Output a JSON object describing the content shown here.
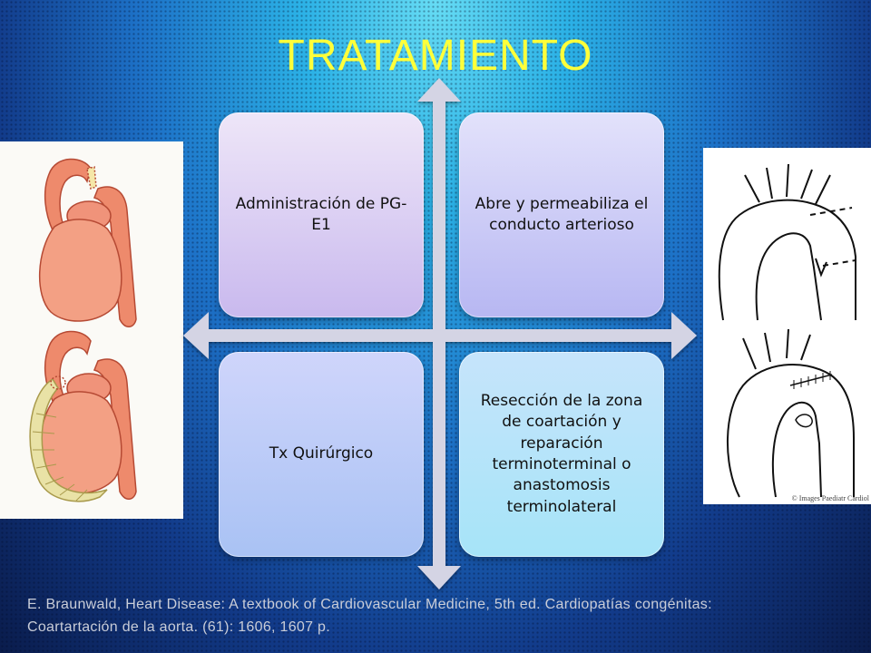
{
  "slide": {
    "title": "TRATAMIENTO",
    "boxes": [
      {
        "text": "Administración de PG-E1"
      },
      {
        "text": "Abre y permeabiliza el conducto arterioso"
      },
      {
        "text": "Tx Quirúrgico"
      },
      {
        "text": "Resección de la zona de coartación y reparación terminoterminal o anastomosis terminolateral"
      }
    ],
    "citation": {
      "line1": "E. Braunwald, Heart Disease: A textbook of Cardiovascular Medicine, 5th ed. Cardiopatías congénitas:",
      "line2": "Coartartación de la aorta. (61): 1606, 1607 p."
    },
    "image_credit": "© Images Paediatr Cardiol"
  },
  "colors": {
    "title": "#ffff3a",
    "arrow": "#d4d4e4",
    "heart_fill": "#ee8a6c",
    "graft_fill": "#e9e2a6"
  }
}
